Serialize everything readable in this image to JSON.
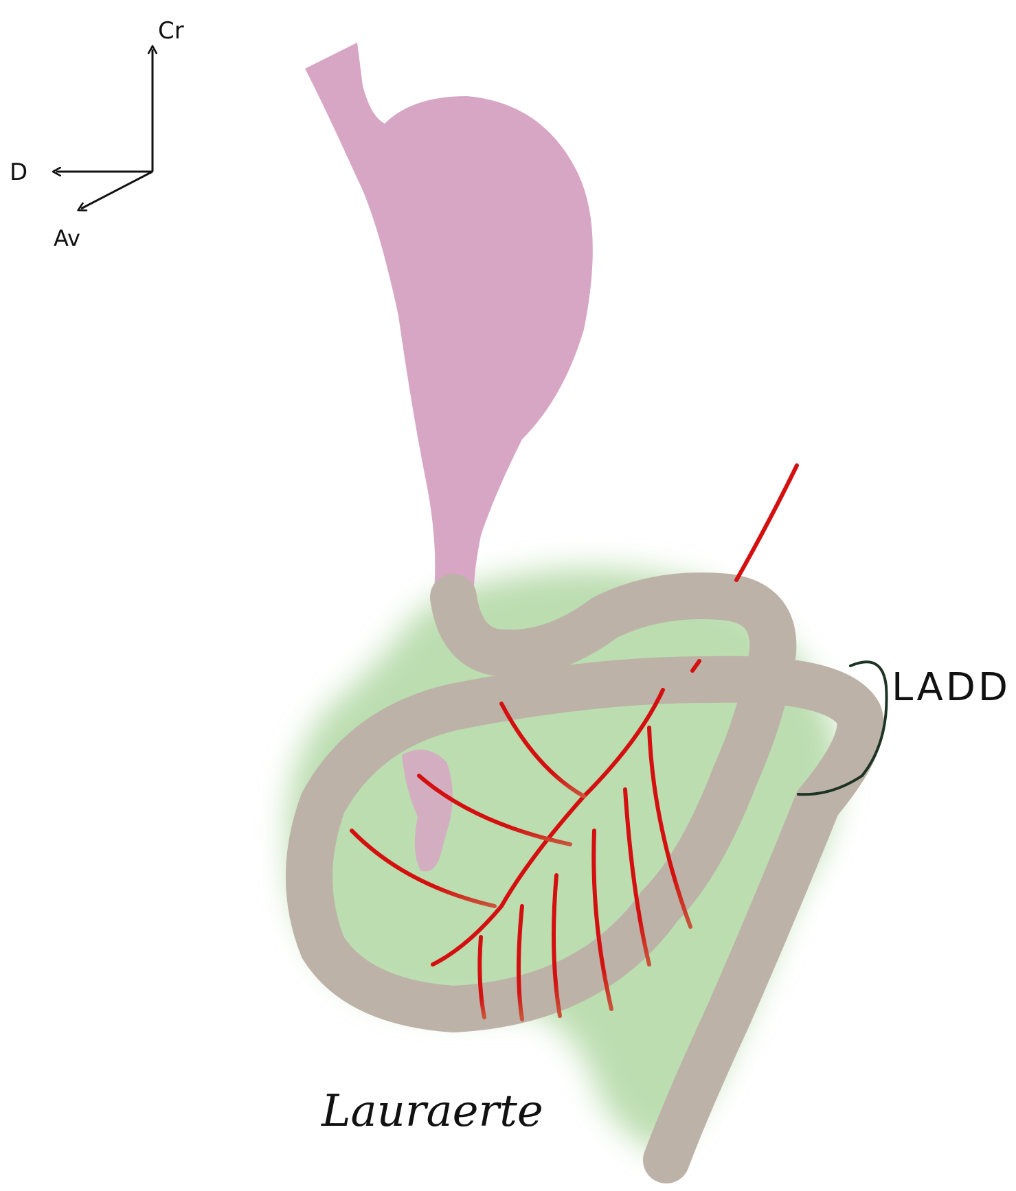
{
  "orientation": {
    "cranial_label": "Cr",
    "right_label": "D",
    "anterior_label": "Av"
  },
  "labels": {
    "ladd": "LADD"
  },
  "signature": "Lauraerte",
  "colors": {
    "stomach": "#d7a6c4",
    "bowel": "#bdb2a7",
    "halo": "#9fcf8f",
    "vessel": "#d40f0f",
    "vessel_tip": "#c8553a",
    "ink": "#111111",
    "bracket": "#1d3324"
  }
}
